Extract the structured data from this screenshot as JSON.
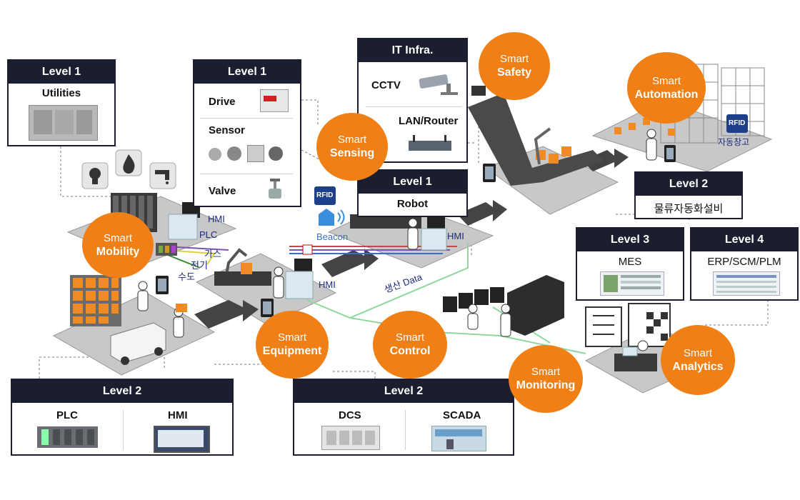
{
  "levels": {
    "utilities": {
      "level": "Level 1",
      "title": "Utilities"
    },
    "devices": {
      "level": "Level 1",
      "items": [
        "Drive",
        "Sensor",
        "Valve"
      ]
    },
    "it_infra": {
      "title": "IT Infra.",
      "items": [
        "CCTV",
        "LAN/Router"
      ]
    },
    "robot": {
      "level": "Level 1",
      "title": "Robot"
    },
    "logistics": {
      "level": "Level 2",
      "title": "물류자동화설비"
    },
    "mes": {
      "level": "Level 3",
      "title": "MES"
    },
    "erp": {
      "level": "Level 4",
      "title": "ERP/SCM/PLM"
    },
    "plc_hmi": {
      "level": "Level 2",
      "items": [
        "PLC",
        "HMI"
      ]
    },
    "dcs_scada": {
      "level": "Level 2",
      "items": [
        "DCS",
        "SCADA"
      ]
    }
  },
  "bubbles": [
    {
      "id": "safety",
      "line1": "Smart",
      "line2": "Safety"
    },
    {
      "id": "automation",
      "line1": "Smart",
      "line2": "Automation"
    },
    {
      "id": "sensing",
      "line1": "Smart",
      "line2": "Sensing"
    },
    {
      "id": "mobility",
      "line1": "Smart",
      "line2": "Mobility"
    },
    {
      "id": "equipment",
      "line1": "Smart",
      "line2": "Equipment"
    },
    {
      "id": "control",
      "line1": "Smart",
      "line2": "Control"
    },
    {
      "id": "monitoring",
      "line1": "Smart",
      "line2": "Monitoring"
    },
    {
      "id": "analytics",
      "line1": "Smart",
      "line2": "Analytics"
    }
  ],
  "scene_labels": {
    "hmi": "HMI",
    "plc": "PLC",
    "gas": "가스",
    "electricity": "전기",
    "water": "수도",
    "rfid": "RFID",
    "beacon": "Beacon",
    "production_data": "생산 Data",
    "auto_warehouse": "자동창고"
  },
  "colors": {
    "accent": "#f07f16",
    "header": "#1b1e2e",
    "platform": "#c9c9c9"
  }
}
